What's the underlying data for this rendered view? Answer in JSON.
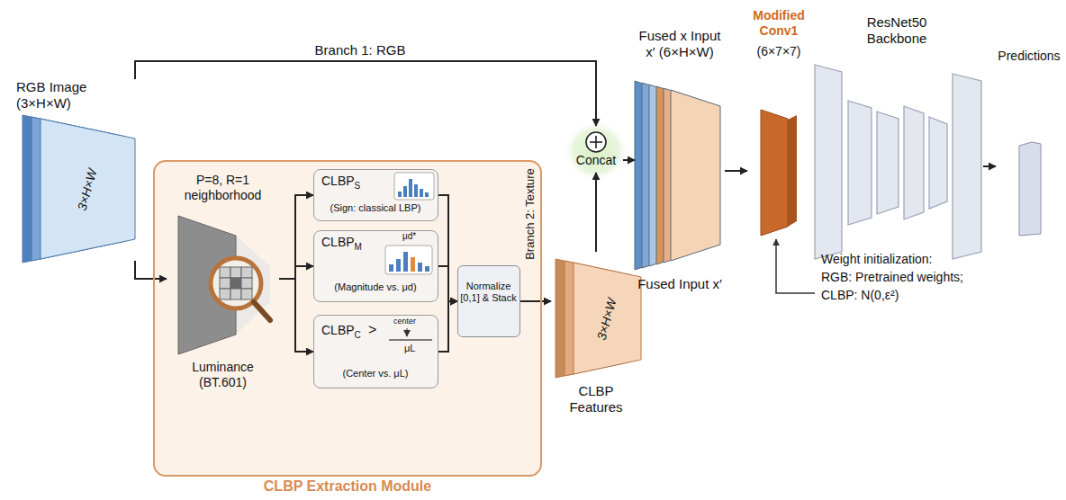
{
  "diagram": {
    "nodes": [
      {
        "text": [
          "RGB Image (3×H×W)",
          "3×H×W"
        ]
      },
      {
        "text": [
          "CLBP Extraction Module"
        ]
      },
      {
        "text": [
          "P=8, R=1 neighborhood",
          "Luminance (BT.601)"
        ],
        "in": 1
      },
      {
        "text": [
          "CLBP",
          "S",
          "(Sign: classical LBP)"
        ],
        "in": 1
      },
      {
        "text": [
          "CLBP",
          "M",
          "(Magnitude vs. μd)",
          "μd*"
        ],
        "in": 1
      },
      {
        "text": [
          "CLBP",
          "C",
          ">",
          "center",
          "μL",
          "(Center vs. μL)"
        ],
        "in": 1
      },
      {
        "text": [
          "Normalize [0,1] & Stack"
        ],
        "in": 1
      },
      {
        "text": [
          "3×H×W",
          "CLBP Features"
        ]
      },
      {
        "text": [
          "Concat"
        ]
      },
      {
        "text": [
          "Fused x Input x′ (6×H×W)",
          "Fused Input x′"
        ]
      },
      {
        "text": [
          "Modified Conv1",
          "(6×7×7)"
        ]
      },
      {
        "text": [
          "ResNet50 Backbone"
        ]
      },
      {
        "text": [
          "Predictions"
        ]
      }
    ],
    "edges": [
      {
        "from": 0,
        "to": 8,
        "label": "Branch 1: RGB",
        "arrow": "to"
      },
      {
        "from": 0,
        "to": 2,
        "arrow": "to"
      },
      {
        "from": 2,
        "to": 3,
        "arrow": "to"
      },
      {
        "from": 2,
        "to": 4,
        "arrow": "to"
      },
      {
        "from": 2,
        "to": 5,
        "arrow": "to"
      },
      {
        "from": 3,
        "to": 6,
        "arrow": "to"
      },
      {
        "from": 4,
        "to": 6,
        "arrow": "to"
      },
      {
        "from": 5,
        "to": 6,
        "arrow": "to"
      },
      {
        "from": 6,
        "to": 7,
        "arrow": "to"
      },
      {
        "from": 7,
        "to": 8,
        "label": "Branch 2: Texture",
        "arrow": "to"
      },
      {
        "from": 8,
        "to": 9,
        "arrow": "to"
      },
      {
        "from": 9,
        "to": 10,
        "arrow": "to"
      },
      {
        "from": 11,
        "to": 12,
        "arrow": "to"
      }
    ],
    "labels": [
      "Weight initialization:",
      "RGB: Pretrained weights;",
      "CLBP: N(0,ε²)"
    ]
  }
}
